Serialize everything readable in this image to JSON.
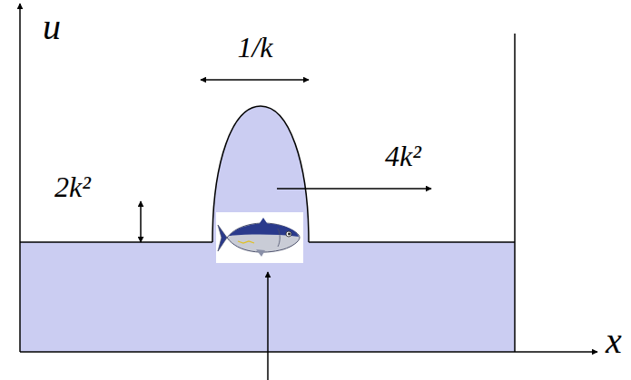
{
  "diagram": {
    "labels": [
      "u",
      "1/k",
      "2k²",
      "4k²",
      "x"
    ]
  }
}
